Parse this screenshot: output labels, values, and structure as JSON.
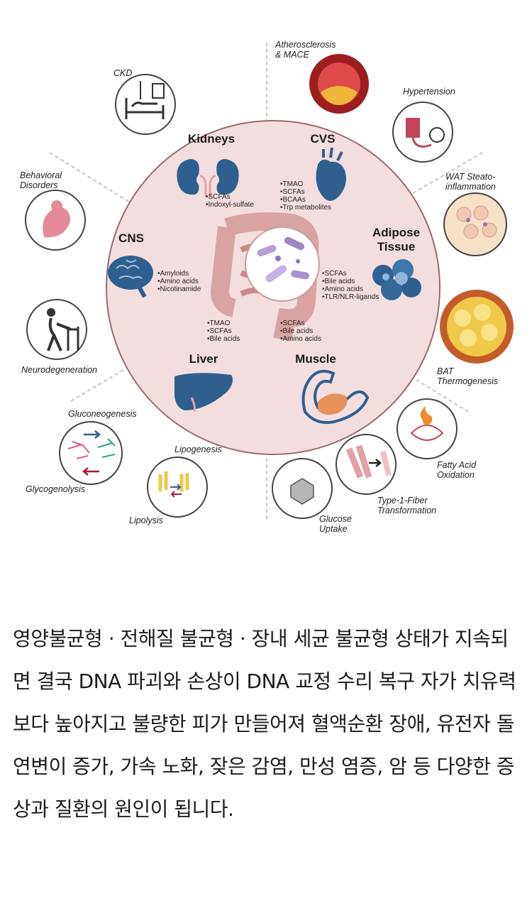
{
  "diagram": {
    "center_labels": {
      "kidneys": "Kidneys",
      "cvs": "CVS",
      "cns": "CNS",
      "adipose": "Adipose\nTissue",
      "liver": "Liver",
      "muscle": "Muscle"
    },
    "metabolites": {
      "kidneys": [
        "•SCFAs",
        "•Indoxyl-sulfate"
      ],
      "cvs": [
        "•TMAO",
        "•SCFAs",
        "•BCAAs",
        "•Trp metabolites"
      ],
      "cns": [
        "•Amyloids",
        "•Amino acids",
        "•Nicotinamide"
      ],
      "adipose": [
        "•SCFAs",
        "•Bile acids",
        "•Amino acids",
        "•TLR/NLR-ligands"
      ],
      "liver": [
        "•TMAO",
        "•SCFAs",
        "•Bile acids"
      ],
      "muscle": [
        "•SCFAs",
        "•Bile acids",
        "•Amino acids"
      ]
    },
    "outer_labels": {
      "ckd": "CKD",
      "athero": "Atherosclerosis\n& MACE",
      "hypertension": "Hypertension",
      "behavioral": "Behavioral\nDisorders",
      "wat": "WAT Steato-\ninflammation",
      "neuro": "Neurodegeneration",
      "bat": "BAT\nThermogenesis",
      "gluconeo": "Gluconeogenesis",
      "glycogenolysis": "Glycogenolysis",
      "lipogenesis": "Lipogenesis",
      "lipolysis": "Lipolysis",
      "fao": "Fatty Acid\nOxidation",
      "type1": "Type-1-Fiber\nTransformation",
      "glucose": "Glucose\nUptake"
    },
    "colors": {
      "circle": "#f2dede",
      "organ_blue": "#2f5f8f",
      "intestine": "#d9a3a3"
    }
  },
  "article": {
    "text": "영양불균형 · 전해질 불균형 · 장내 세균 불균형 상태가 지속되면 결국 DNA 파괴와 손상이 DNA 교정 수리 복구 자가 치유력 보다 높아지고 불량한 피가 만들어져 혈액순환 장애, 유전자 돌연변이 증가, 가속 노화, 잦은 감염, 만성 염증, 암 등 다양한 증상과 질환의 원인이 됩니다."
  }
}
